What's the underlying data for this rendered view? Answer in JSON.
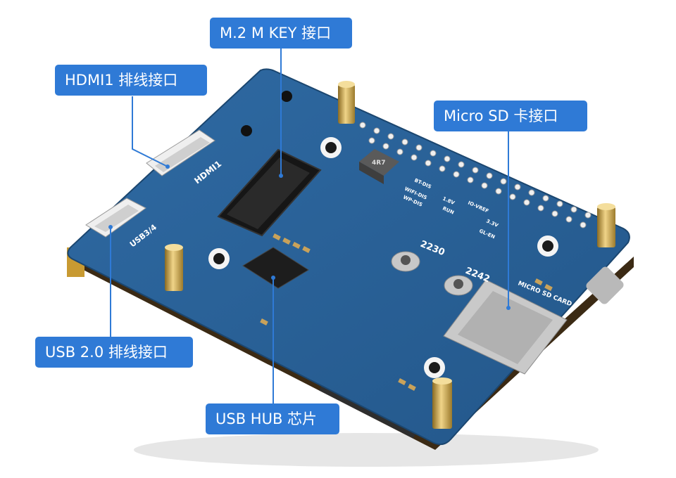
{
  "callouts": {
    "m2": "M.2 M KEY 接口",
    "hdmi": "HDMI1 排线接口",
    "sd": "Micro SD 卡接口",
    "usb2": "USB 2.0 排线接口",
    "hub": "USB HUB 芯片"
  },
  "board_text": {
    "hdmi_silk": "HDMI1",
    "usb_silk": "USB3/4",
    "m2_2230": "2230",
    "m2_2242": "2242",
    "sd_silk": "MICRO SD CARD",
    "inductor": "4R7",
    "bt_dis": "BT-DIS",
    "wifi_dis": "WIFI-DIS",
    "wp_dis": "WP-DIS",
    "v18": "1.8V",
    "run": "RUN",
    "io_vref": "IO-VREF",
    "v33": "3.3V",
    "gl_en": "GL-EN"
  },
  "colors": {
    "callout_bg": "#2f7ad6",
    "pcb": "#2b5f93",
    "pcb_dark": "#1c4672",
    "leader": "#2f7ad6"
  }
}
